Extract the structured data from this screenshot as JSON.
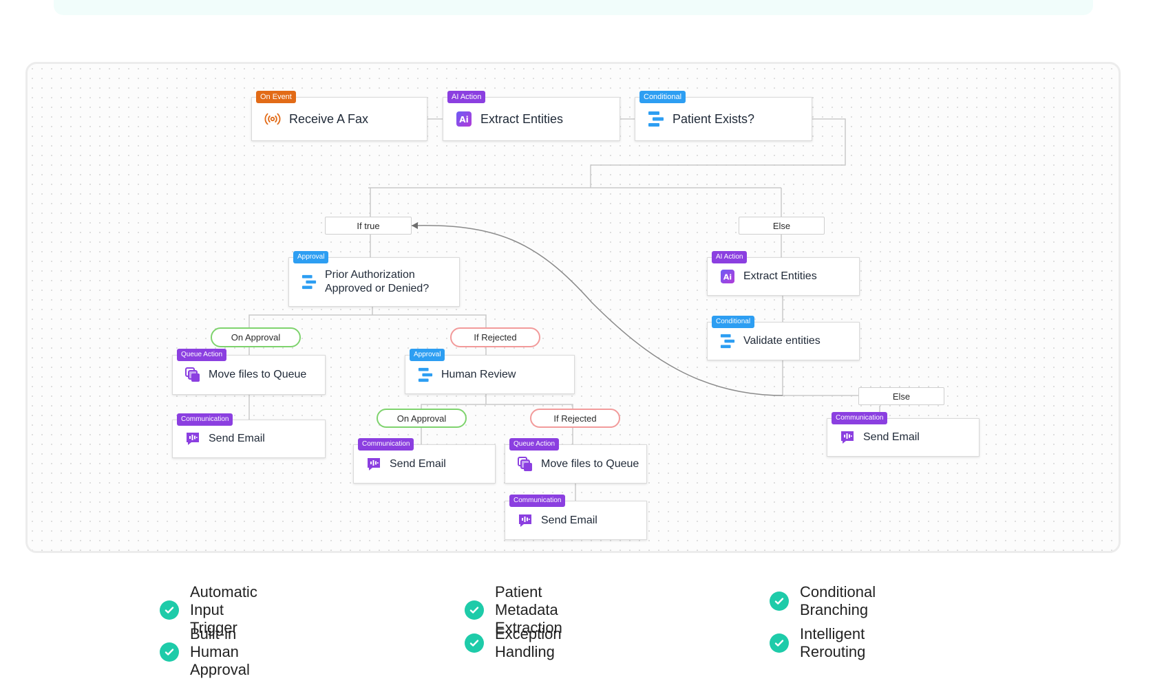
{
  "nodes": {
    "receive_fax": {
      "tag": "On Event",
      "label": "Receive A Fax"
    },
    "extract_entities_1": {
      "tag": "AI Action",
      "label": "Extract Entities"
    },
    "patient_exists": {
      "tag": "Conditional",
      "label": "Patient Exists?"
    },
    "prior_auth": {
      "tag": "Approval",
      "label_line1": "Prior Authorization",
      "label_line2": "Approved or Denied?"
    },
    "move_files_1": {
      "tag": "Queue Action",
      "label": "Move files to Queue"
    },
    "send_email_1": {
      "tag": "Communication",
      "label": "Send Email"
    },
    "human_review": {
      "tag": "Approval",
      "label": "Human Review"
    },
    "send_email_2": {
      "tag": "Communication",
      "label": "Send Email"
    },
    "move_files_2": {
      "tag": "Queue Action",
      "label": "Move files to Queue"
    },
    "send_email_3": {
      "tag": "Communication",
      "label": "Send Email"
    },
    "extract_entities_2": {
      "tag": "AI Action",
      "label": "Extract Entities"
    },
    "validate_entities": {
      "tag": "Conditional",
      "label": "Validate entities"
    },
    "send_email_4": {
      "tag": "Communication",
      "label": "Send Email"
    }
  },
  "branches": {
    "if_true": "If true",
    "else_1": "Else",
    "on_approval_1": "On Approval",
    "if_rejected_1": "If Rejected",
    "on_approval_2": "On Approval",
    "if_rejected_2": "If Rejected",
    "else_2": "Else"
  },
  "features": [
    "Automatic Input Trigger",
    "Patient Metadata Extraction",
    "Conditional Branching",
    "Built-in Human Approval",
    "Exception Handling",
    "Intelligent Rerouting"
  ],
  "colors": {
    "event_tag": "#e26b17",
    "ai_tag": "#8b3fe0",
    "conditional_tag": "#2d9ef2",
    "check": "#1ecba9",
    "pill_green": "#7ed36d",
    "pill_red": "#f29a9a"
  },
  "icons": {
    "receive_fax": "broadcast-icon",
    "extract_entities": "ai-icon",
    "conditional": "branch-icon",
    "queue": "files-icon",
    "communication": "audio-message-icon",
    "feature": "check-circle-icon"
  }
}
